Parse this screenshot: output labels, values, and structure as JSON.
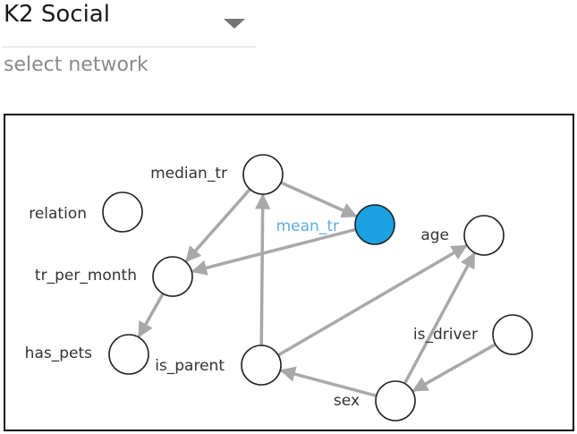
{
  "network_selector": {
    "value": "K2 Social",
    "helper_text": "select network"
  },
  "graph": {
    "colors": {
      "node_fill": "#ffffff",
      "node_stroke": "#222222",
      "selected_fill": "#1ba1e2",
      "edge": "#a8a8a8",
      "label": "#333333",
      "selected_label": "#5aaee0"
    },
    "nodes": [
      {
        "id": "relation",
        "label": "relation",
        "selected": false
      },
      {
        "id": "median_tr",
        "label": "median_tr",
        "selected": false
      },
      {
        "id": "mean_tr",
        "label": "mean_tr",
        "selected": true
      },
      {
        "id": "age",
        "label": "age",
        "selected": false
      },
      {
        "id": "tr_per_month",
        "label": "tr_per_month",
        "selected": false
      },
      {
        "id": "has_pets",
        "label": "has_pets",
        "selected": false
      },
      {
        "id": "is_parent",
        "label": "is_parent",
        "selected": false
      },
      {
        "id": "is_driver",
        "label": "is_driver",
        "selected": false
      },
      {
        "id": "sex",
        "label": "sex",
        "selected": false
      }
    ],
    "edges": [
      {
        "from": "median_tr",
        "to": "mean_tr"
      },
      {
        "from": "median_tr",
        "to": "tr_per_month"
      },
      {
        "from": "mean_tr",
        "to": "tr_per_month"
      },
      {
        "from": "tr_per_month",
        "to": "has_pets"
      },
      {
        "from": "is_parent",
        "to": "median_tr"
      },
      {
        "from": "is_parent",
        "to": "age"
      },
      {
        "from": "sex",
        "to": "is_parent"
      },
      {
        "from": "sex",
        "to": "age"
      },
      {
        "from": "is_driver",
        "to": "sex"
      }
    ]
  }
}
